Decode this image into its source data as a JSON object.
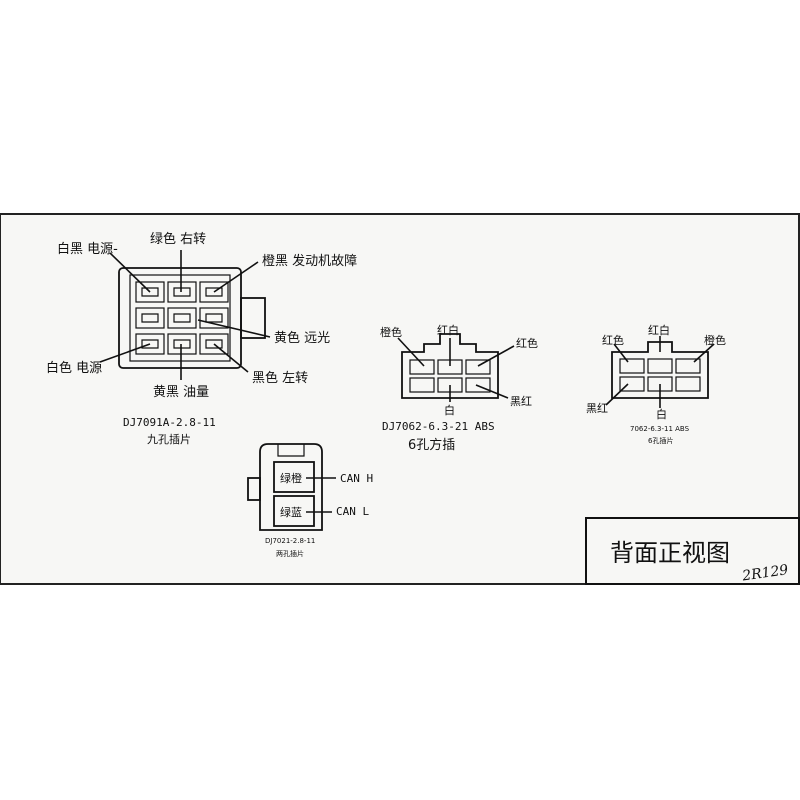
{
  "connector_9pin": {
    "labels": {
      "white_black_power": "白黑 电源-",
      "green_right_turn": "绿色 右转",
      "orange_black_engine_fault": "橙黑 发动机故障",
      "yellow_high_beam": "黄色 远光",
      "white_power": "白色 电源",
      "yellow_black_fuel": "黄黑 油量",
      "black_left_turn": "黑色 左转"
    },
    "part_number": "DJ7091A-2.8-11",
    "caption": "九孔插片"
  },
  "connector_6pin_square": {
    "labels": {
      "orange": "橙色",
      "red_white": "红白",
      "red": "红色",
      "white": "白",
      "black_red": "黑红"
    },
    "part_number": "DJ7062-6.3-21 ABS",
    "caption": "6孔方插"
  },
  "connector_6pin_small": {
    "labels": {
      "red": "红色",
      "red_white": "红白",
      "orange": "橙色",
      "black_red": "黑红",
      "white": "白"
    },
    "part_number": "7062-6.3-11 ABS",
    "caption": "6孔插片"
  },
  "connector_2pin": {
    "slot_top": "绿橙",
    "slot_bottom": "绿蓝",
    "can_h": "CAN H",
    "can_l": "CAN L",
    "part_number": "DJ7021-2.8-11",
    "caption": "两孔插片"
  },
  "title_box": {
    "title": "背面正视图",
    "handwritten": "2R129"
  }
}
